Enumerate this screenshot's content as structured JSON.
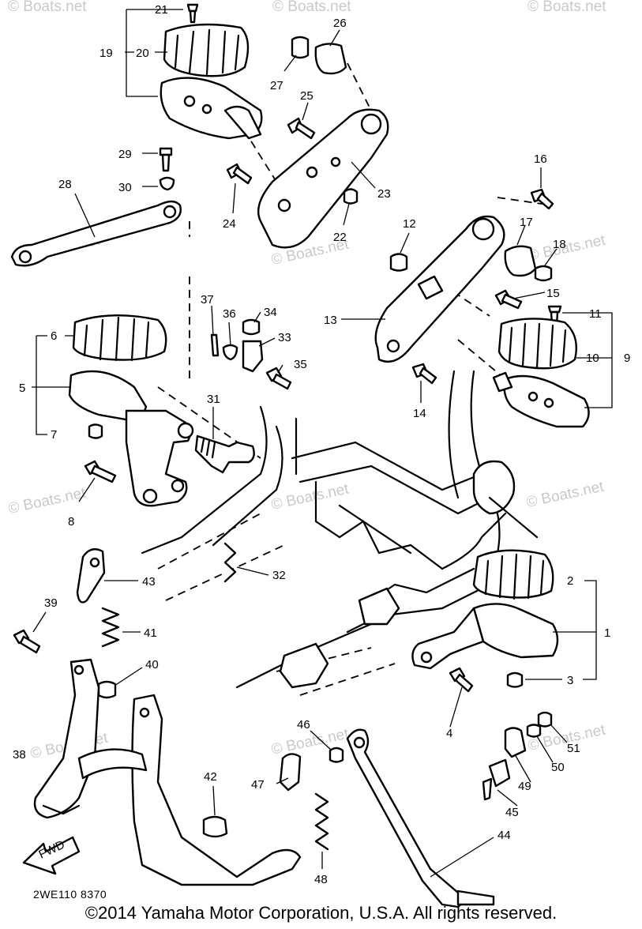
{
  "diagram": {
    "code": "2WE110 8370",
    "copyright": "©2014 Yamaha Motor Corporation, U.S.A. All rights reserved.",
    "watermark": "© Boats.net",
    "fwd_label": "FWD"
  },
  "callouts": {
    "n1": "1",
    "n2": "2",
    "n3": "3",
    "n4": "4",
    "n5": "5",
    "n6": "6",
    "n7": "7",
    "n8": "8",
    "n9": "9",
    "n10": "10",
    "n11": "11",
    "n12": "12",
    "n13": "13",
    "n14": "14",
    "n15": "15",
    "n16": "16",
    "n17": "17",
    "n18": "18",
    "n19": "19",
    "n20": "20",
    "n21": "21",
    "n22": "22",
    "n23": "23",
    "n24": "24",
    "n25": "25",
    "n26": "26",
    "n27": "27",
    "n28": "28",
    "n29": "29",
    "n30": "30",
    "n31": "31",
    "n32": "32",
    "n33": "33",
    "n34": "34",
    "n35": "35",
    "n36": "36",
    "n37": "37",
    "n38": "38",
    "n39": "39",
    "n40": "40",
    "n41": "41",
    "n42": "42",
    "n43": "43",
    "n44": "44",
    "n45": "45",
    "n46": "46",
    "n47": "47",
    "n48": "48",
    "n49": "49",
    "n50": "50",
    "n51": "51"
  }
}
